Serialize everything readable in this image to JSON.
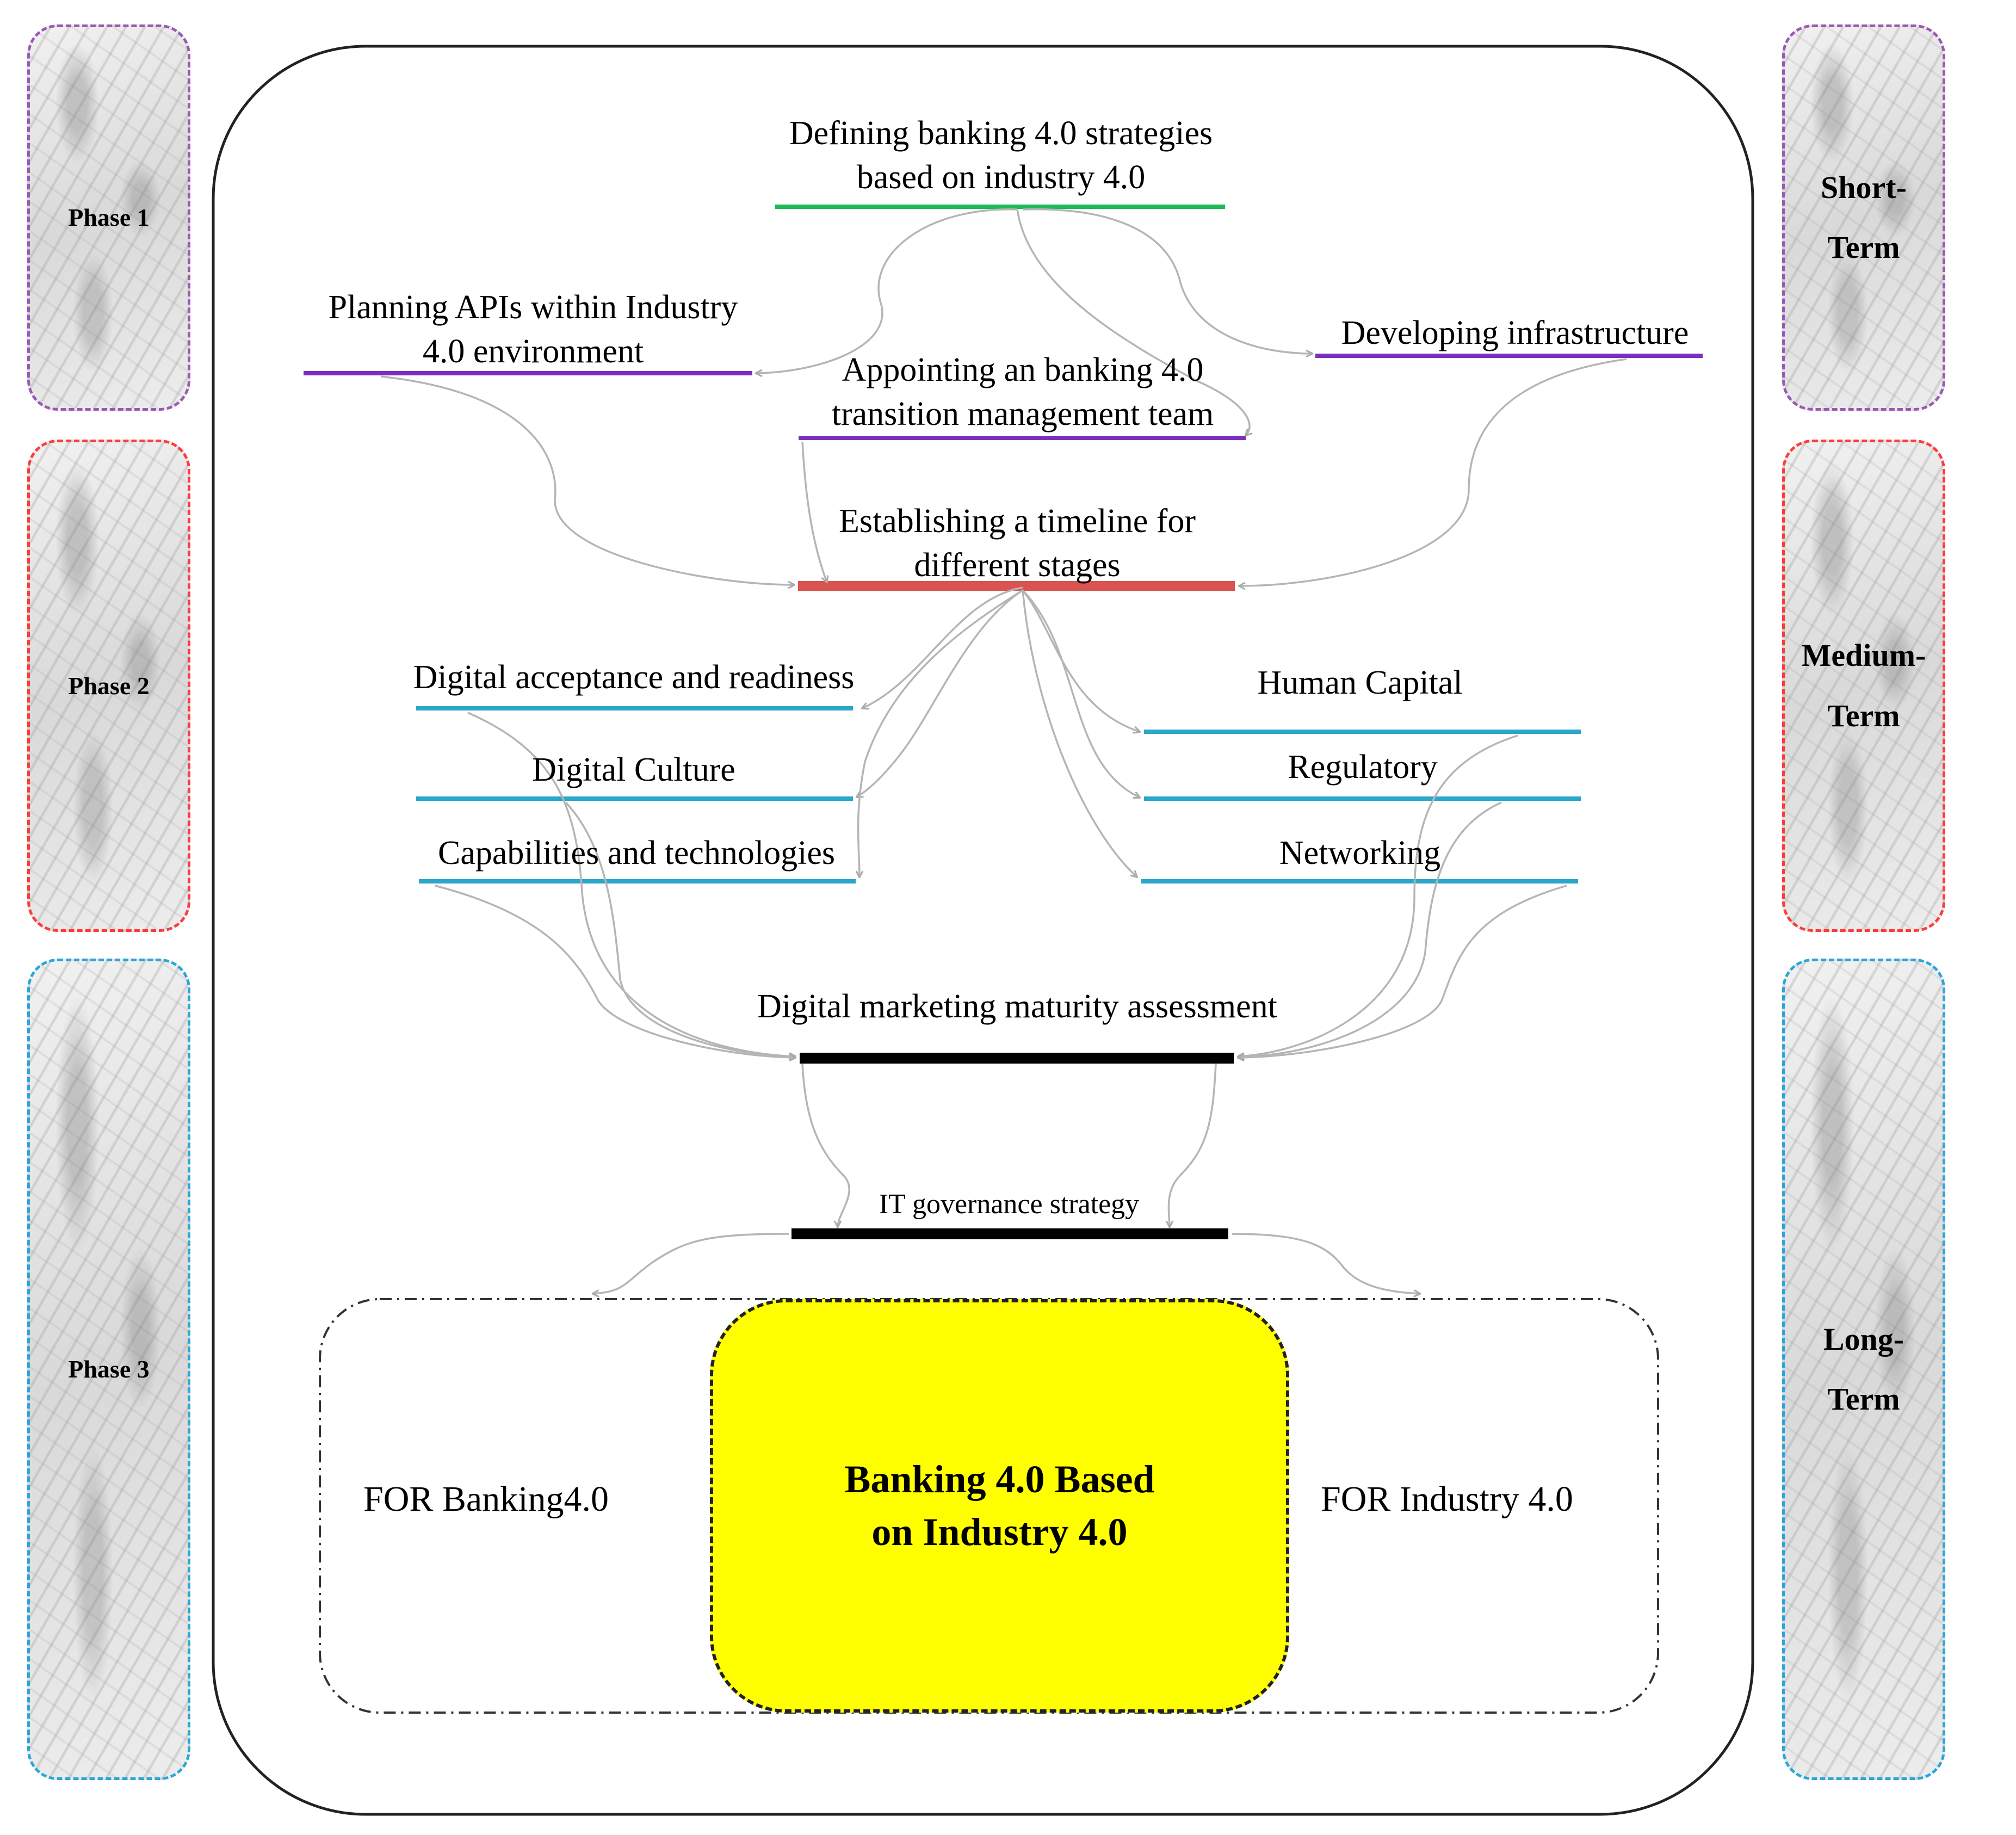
{
  "phases": [
    {
      "label": "Phase 1",
      "border": "#9b59b6"
    },
    {
      "label": "Phase 2",
      "border": "#ff3b3b"
    },
    {
      "label": "Phase 3",
      "border": "#2aa7d8"
    }
  ],
  "terms": [
    {
      "line1": "Short-",
      "line2": "Term",
      "border": "#9b59b6"
    },
    {
      "line1": "Medium-",
      "line2": "Term",
      "border": "#ff3b3b"
    },
    {
      "line1": "Long-",
      "line2": "Term",
      "border": "#2aa7d8"
    }
  ],
  "nodes": {
    "defining_line1": "Defining banking 4.0 strategies",
    "defining_line2": "based on industry 4.0",
    "planning_line1": "Planning APIs within Industry",
    "planning_line2": "4.0 environment",
    "developing": "Developing infrastructure",
    "appointing_line1": "Appointing an banking 4.0",
    "appointing_line2": "transition management team",
    "timeline_line1": "Establishing a timeline for",
    "timeline_line2": "different stages",
    "digital_acceptance": "Digital acceptance and readiness",
    "digital_culture": "Digital Culture",
    "capabilities": "Capabilities and technologies",
    "human_capital": "Human Capital",
    "regulatory": "Regulatory",
    "networking": "Networking",
    "maturity": "Digital marketing maturity assessment",
    "it_governance": "IT governance strategy"
  },
  "bottom": {
    "for_banking": "FOR Banking4.0",
    "for_industry": "FOR Industry 4.0",
    "core_line1": "Banking 4.0 Based",
    "core_line2": "on Industry 4.0"
  },
  "colors": {
    "green": "#1db954",
    "purple": "#7b2fbe",
    "red": "#d9534f",
    "cyan": "#2aa7c9",
    "black": "#000000",
    "arrow": "#b5b5b5",
    "core_fill": "#ffff00"
  }
}
